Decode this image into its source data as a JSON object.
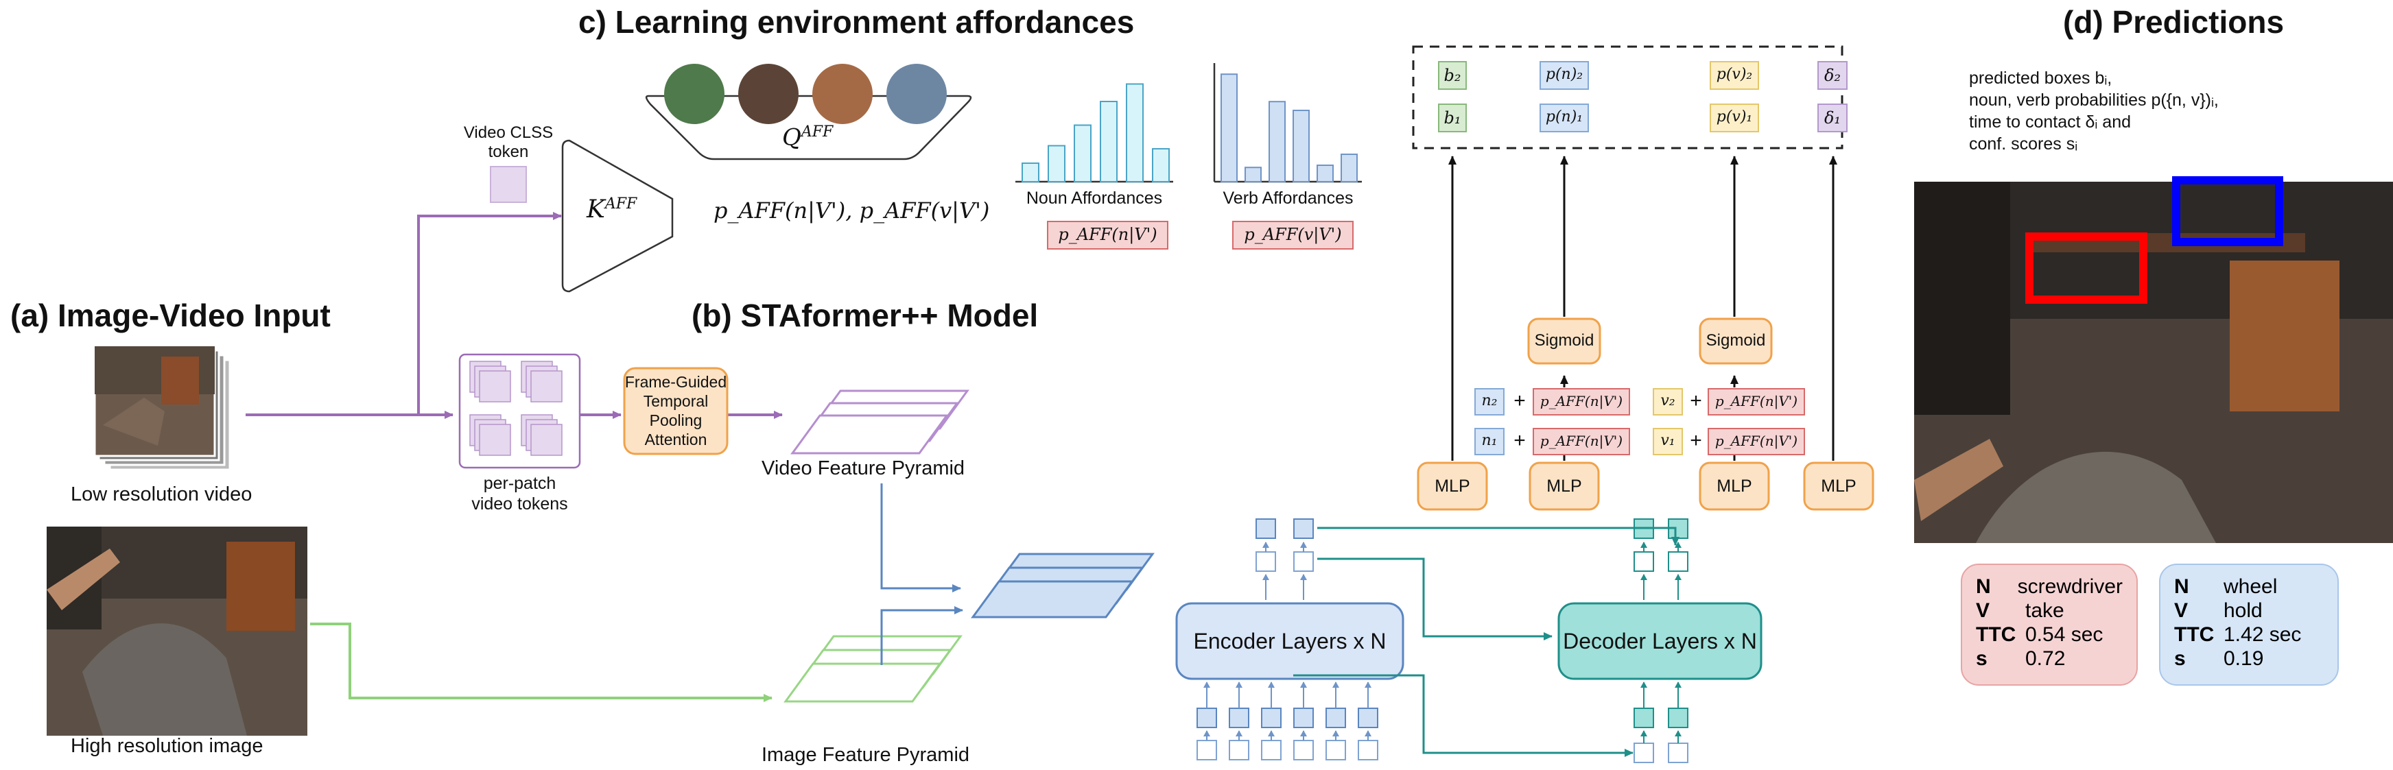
{
  "titles": {
    "a": "(a) Image-Video Input",
    "b": "(b) STAformer++ Model",
    "c": "c) Learning environment affordances",
    "d": "(d) Predictions"
  },
  "inputs": {
    "low_res": "Low resolution video",
    "high_res": "High resolution image"
  },
  "video_cls": {
    "label_line1": "Video CLSS",
    "label_line2": "token"
  },
  "k_aff": "K",
  "k_aff_sup": "AFF",
  "q_aff": "Q",
  "q_aff_sup": "AFF",
  "paff_joint": "p_AFF(n|V'), p_AFF(v|V')",
  "noun_aff": {
    "label": "Noun Affordances",
    "box": "p_AFF(n|V')",
    "values": [
      0.18,
      0.35,
      0.55,
      0.78,
      0.95,
      0.32
    ],
    "color": "#d8f4fb"
  },
  "verb_aff": {
    "label": "Verb Affordances",
    "box": "p_AFF(v|V')",
    "values": [
      0.98,
      0.13,
      0.73,
      0.65,
      0.15,
      0.25
    ],
    "color": "#cfe0f5"
  },
  "patch_tokens": {
    "line1": "per-patch",
    "line2": "video tokens"
  },
  "fgtpa": {
    "line1": "Frame-Guided",
    "line2": "Temporal",
    "line3": "Pooling",
    "line4": "Attention"
  },
  "video_pyramid": "Video Feature Pyramid",
  "image_pyramid": "Image Feature Pyramid",
  "encoder": "Encoder Layers x N",
  "decoder": "Decoder Layers x N",
  "mlp": "MLP",
  "sigmoid": "Sigmoid",
  "outputs": {
    "b2": "b₂",
    "b1": "b₁",
    "pn2": "p(n)₂",
    "pn1": "p(n)₁",
    "pv2": "p(v)₂",
    "pv1": "p(v)₁",
    "d2": "δ₂",
    "d1": "δ₁"
  },
  "noun_sum": {
    "n2": "n₂",
    "n1": "n₁",
    "plus": "+",
    "paff": "p_AFF(n|V')"
  },
  "verb_sum": {
    "v2": "v₂",
    "v1": "v₁",
    "plus": "+",
    "paff": "p_AFF(n|V')"
  },
  "predictions_desc": {
    "line1": "predicted boxes bᵢ,",
    "line2": "noun, verb probabilities p({n, v})ᵢ,",
    "line3": "time to contact δᵢ and",
    "line4": "conf. scores sᵢ"
  },
  "pred_cards": [
    {
      "N": "screwdriver",
      "V": "take",
      "TTC": "0.54 sec",
      "s": "0.72",
      "color": "#f6d3d3",
      "border": "#e8a3a3"
    },
    {
      "N": "wheel",
      "V": "hold",
      "TTC": "1.42 sec",
      "s": "0.19",
      "color": "#d6e6f7",
      "border": "#a9c6ea"
    }
  ],
  "card_keys": {
    "N": "N",
    "V": "V",
    "TTC": "TTC",
    "s": "s"
  },
  "colors": {
    "purple": "#9b6bb5",
    "green": "#8fd17a",
    "blue": "#5a86c0",
    "teal": "#1f8f8a",
    "orange": "#f5a623",
    "enc_fill": "#d9e6f8",
    "dec_fill": "#9fe0da"
  }
}
